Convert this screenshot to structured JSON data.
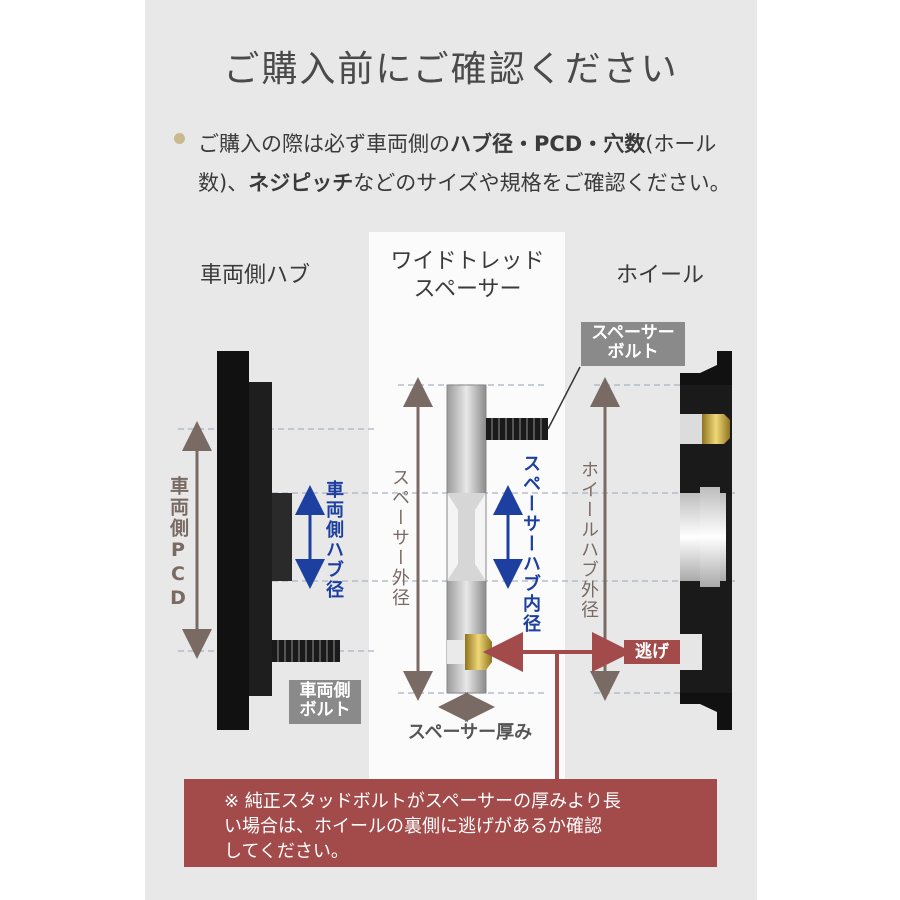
{
  "title": "ご購入前にご確認ください",
  "note": {
    "line1_pre": "ご購入の際は必ず車両側の",
    "line1_bold": "ハブ径・PCD・穴数",
    "line1_post": "(ホール",
    "line2_pre": "数)、",
    "line2_bold": "ネジピッチ",
    "line2_post": "などのサイズや規格をご確認ください。"
  },
  "columns": {
    "left": "車両側ハブ",
    "center_line1": "ワイドトレッド",
    "center_line2": "スペーサー",
    "right": "ホイール"
  },
  "labels": {
    "vehicle_pcd": "車両側PCD",
    "vehicle_hub_dia": "車両側ハブ径",
    "spacer_outer": "スペーサー外径",
    "spacer_hub_inner": "スペーサーハブ内径",
    "wheel_hub_outer": "ホイールハブ外径",
    "spacer_bolt_line1": "スペーサー",
    "spacer_bolt_line2": "ボルト",
    "vehicle_bolt_line1": "車両側",
    "vehicle_bolt_line2": "ボルト",
    "spacer_thickness": "スペーサー厚み",
    "relief": "逃げ"
  },
  "warning": {
    "line1": "※ 純正スタッドボルトがスペーサーの厚みより長",
    "line2": "い場合は、ホイールの裏側に逃げがあるか確認",
    "line3": "してください。"
  },
  "colors": {
    "brown_arrow": "#7a6a64",
    "blue_arrow": "#1c3fa0",
    "red_accent": "#a34a4a",
    "bullet": "#c9b98d"
  }
}
